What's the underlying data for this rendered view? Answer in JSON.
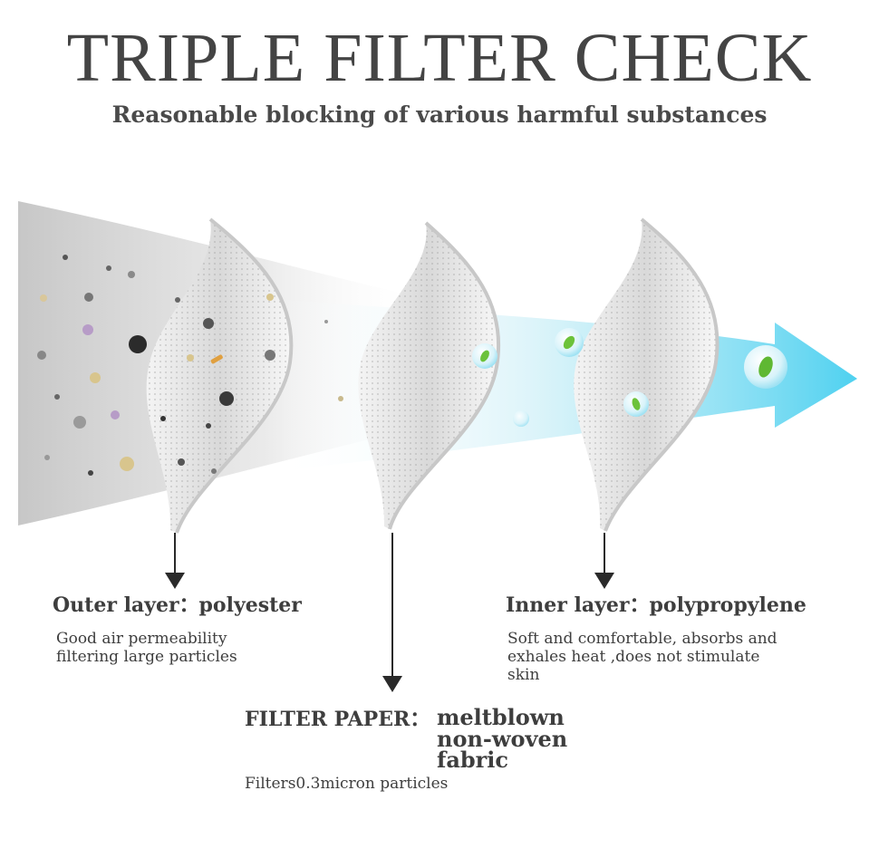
{
  "header": {
    "title": "TRIPLE FILTER CHECK",
    "subtitle": "Reasonable blocking of various harmful substances"
  },
  "layers": {
    "outer": {
      "label": "Outer layer：polyester",
      "description_line1": "Good air permeability",
      "description_line2": "filtering large particles"
    },
    "filter_paper": {
      "label": "FILTER PAPER：",
      "value": "meltblown non-woven fabric",
      "description": "Filters0.3micron particles"
    },
    "inner": {
      "label": "Inner layer：polypropylene",
      "description_line1": "Soft and comfortable, absorbs and",
      "description_line2": "exhales heat ,does not stimulate",
      "description_line3": "skin"
    }
  },
  "colors": {
    "arrow_start": "#ffffff",
    "arrow_end": "#59d6f2",
    "haze": "#c9c9c9",
    "layer_fill": "#e6e6e6",
    "leaf": "#6cc23a",
    "pointer": "#2a2a2a"
  }
}
